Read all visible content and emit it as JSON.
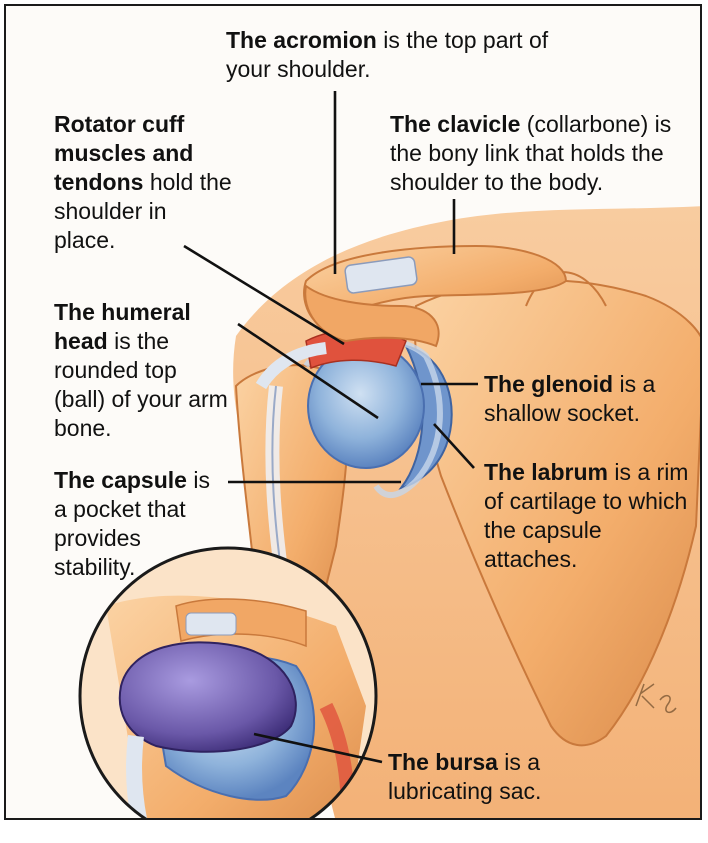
{
  "labels": {
    "acromion": {
      "term": "The acromion",
      "rest": " is the top part of your shoulder."
    },
    "rotator_cuff": {
      "term": "Rotator cuff muscles and tendons",
      "rest": " hold the shoulder in place."
    },
    "clavicle": {
      "term": "The clavicle",
      "rest": " (collarbone) is the bony link that holds the shoulder to the body."
    },
    "humeral_head": {
      "term": "The humeral head",
      "rest": " is the rounded top (ball) of your arm bone."
    },
    "glenoid": {
      "term": "The glenoid",
      "rest": " is a shallow socket."
    },
    "capsule": {
      "term": "The capsule",
      "rest": " is a pocket that provides stability."
    },
    "labrum": {
      "term": "The labrum",
      "rest": " is a rim of cartilage to which the capsule attaches."
    },
    "bursa": {
      "term": "The bursa",
      "rest": " is a lubricating sac."
    }
  },
  "colors": {
    "skin": "#f3b277",
    "bone": "#f6b97a",
    "bone_shadow": "#d98a4a",
    "cartilage": "#8fb3db",
    "cartilage_dark": "#5c84c0",
    "muscle": "#e0523d",
    "tendon": "#dfe6f0",
    "bursa": "#7a68b6"
  }
}
